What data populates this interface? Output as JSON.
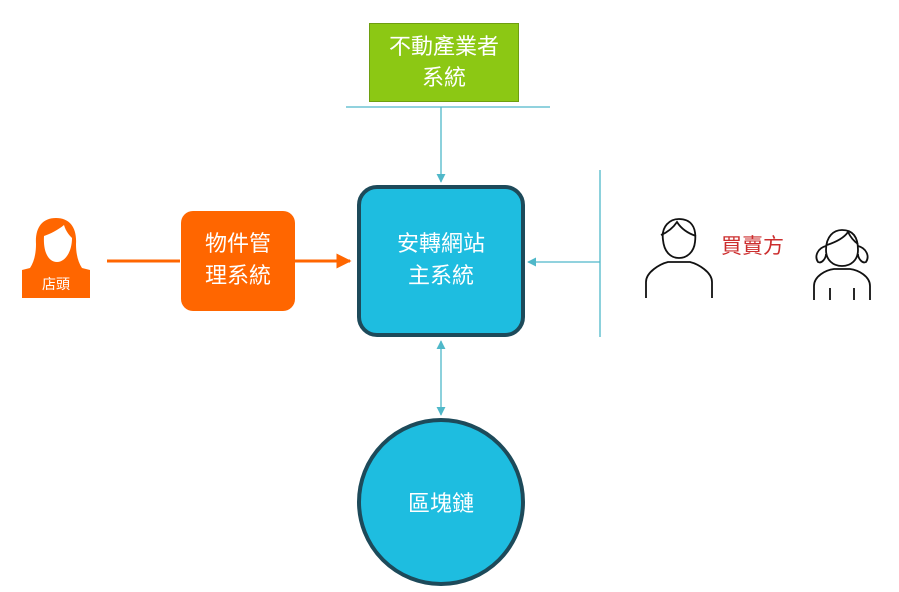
{
  "nodes": {
    "realty_system": "不動產業者\n系統",
    "property_mgmt": "物件管\n理系統",
    "main_system": "安轉網站\n主系統",
    "blockchain": "區塊鏈"
  },
  "actors": {
    "agent_label": "店頭",
    "buyer_seller_label": "買賣方"
  },
  "colors": {
    "green": "#8cc814",
    "orange": "#ff6600",
    "cyan": "#1ebde0",
    "dark_border": "#1d4a5a",
    "connector": "#4fb8c9",
    "red_text": "#cc2e2e"
  }
}
